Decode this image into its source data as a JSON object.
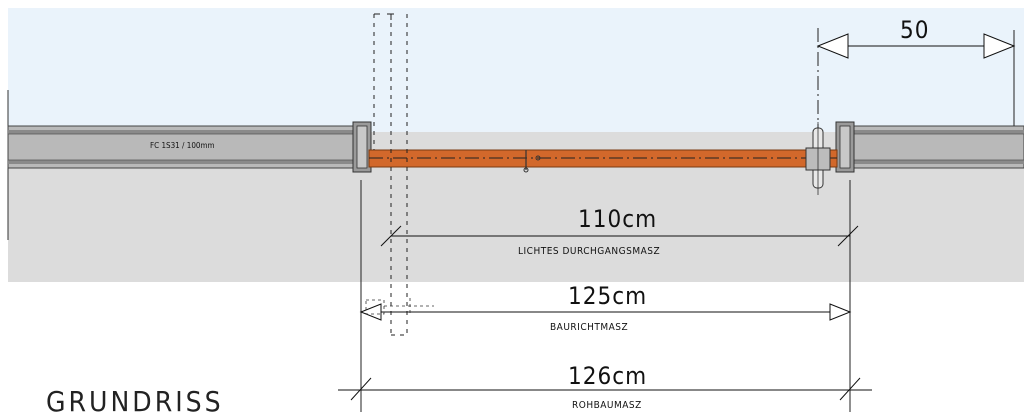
{
  "colors": {
    "room_top": "#eaf3fb",
    "room_bottom": "#dcdcdc",
    "wall_fill": "#b9b9b9",
    "wall_dark": "#7a7a7a",
    "door_leaf": "#d2682b",
    "line": "#111111"
  },
  "wall": {
    "label": "FC 1S31 / 100mm"
  },
  "dimensions": {
    "top_right": {
      "value": "50"
    },
    "clear_opening": {
      "value": "110cm",
      "caption": "LICHTES DURCHGANGSMASZ"
    },
    "construction": {
      "value": "125cm",
      "caption": "BAURICHTMASZ"
    },
    "rough_opening": {
      "value": "126cm",
      "caption": "ROHBAUMASZ"
    }
  },
  "drawing": {
    "title": "GRUNDRISS"
  }
}
